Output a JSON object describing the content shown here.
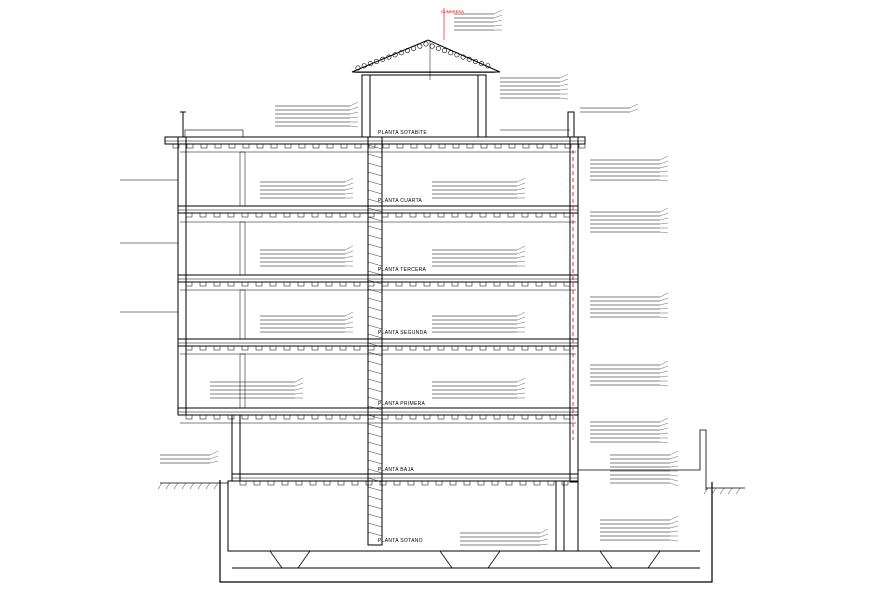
{
  "drawing": {
    "type": "building-cross-section",
    "line_color": "#000000",
    "accent_color": "#d40000",
    "background": "#ffffff"
  },
  "levels": [
    {
      "key": "atico",
      "label": "PLANTA SOTABITE"
    },
    {
      "key": "cuarta",
      "label": "PLANTA CUARTA"
    },
    {
      "key": "tercera",
      "label": "PLANTA TERCERA"
    },
    {
      "key": "segunda",
      "label": "PLANTA SEGUNDA"
    },
    {
      "key": "primera",
      "label": "PLANTA PRIMERA"
    },
    {
      "key": "baja",
      "label": "PLANTA BAJA"
    },
    {
      "key": "sotano",
      "label": "PLANTA SOTANO"
    }
  ],
  "roof_tag": "CUMBRERA"
}
